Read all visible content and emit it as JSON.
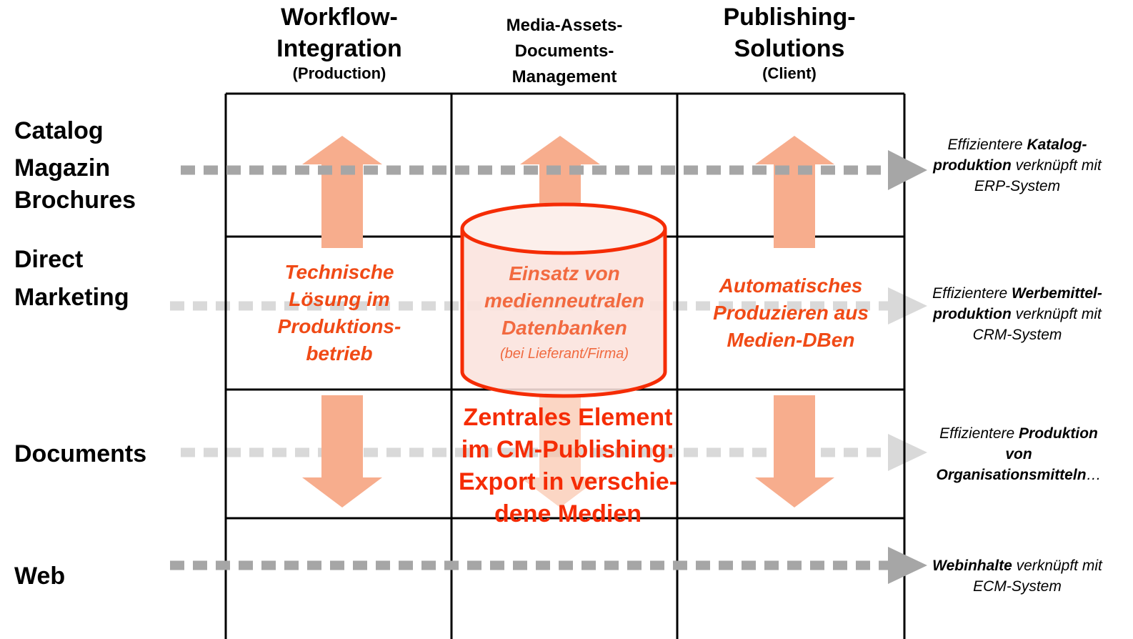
{
  "columns": {
    "workflow": {
      "title_line1": "Workflow-",
      "title_line2": "Integration",
      "subtitle": "(Production)"
    },
    "media": {
      "title_line1": "Media-Assets-",
      "title_line2": "Documents-",
      "title_line3": "Management"
    },
    "publishing": {
      "title_line1": "Publishing-",
      "title_line2": "Solutions",
      "subtitle": "(Client)"
    }
  },
  "rows": {
    "catalog": {
      "line1": "Catalog",
      "line2": "Magazin",
      "line3": "Brochures"
    },
    "direct": {
      "line1": "Direct",
      "line2": "Marketing"
    },
    "documents": {
      "line1": "Documents"
    },
    "web": {
      "line1": "Web"
    }
  },
  "cells": {
    "technical": {
      "line1": "Technische",
      "line2": "Lösung im",
      "line3": "Produktions-",
      "line4": "betrieb"
    },
    "database": {
      "line1": "Einsatz von",
      "line2": "medienneutralen",
      "line3": "Datenbanken",
      "note": "(bei Lieferant/Firma)"
    },
    "automatic": {
      "line1": "Automatisches",
      "line2": "Produzieren aus",
      "line3": "Medien-DBen"
    },
    "central": {
      "line1": "Zentrales Element",
      "line2": "im CM-Publishing:",
      "line3": "Export in verschie-",
      "line4": "dene Medien"
    }
  },
  "side_notes": {
    "catalog": {
      "pre": "Effizientere ",
      "bold1": "Katalog-",
      "bold2": "produktion",
      "post": " verknüpft mit",
      "line3": "ERP-System"
    },
    "direct": {
      "pre": "Effizientere ",
      "bold1": "Werbemittel-",
      "bold2": "produktion",
      "post": " verknüpft mit",
      "line3": "CRM-System"
    },
    "documents": {
      "pre": "Effizientere ",
      "bold1": "Produktion",
      "bold2": "von",
      "bold3": "Organisationsmitteln",
      "post": "…"
    },
    "web": {
      "bold1": "Webinhalte",
      "post": " verknüpft mit",
      "line2": "ECM-System"
    }
  },
  "colors": {
    "arrow_fill": "#f7ad8d",
    "database_stroke": "#f52c05",
    "dotted_dark": "#a6a6a6",
    "dotted_light": "#d9d9d9",
    "text_accent": "#f04a16"
  }
}
